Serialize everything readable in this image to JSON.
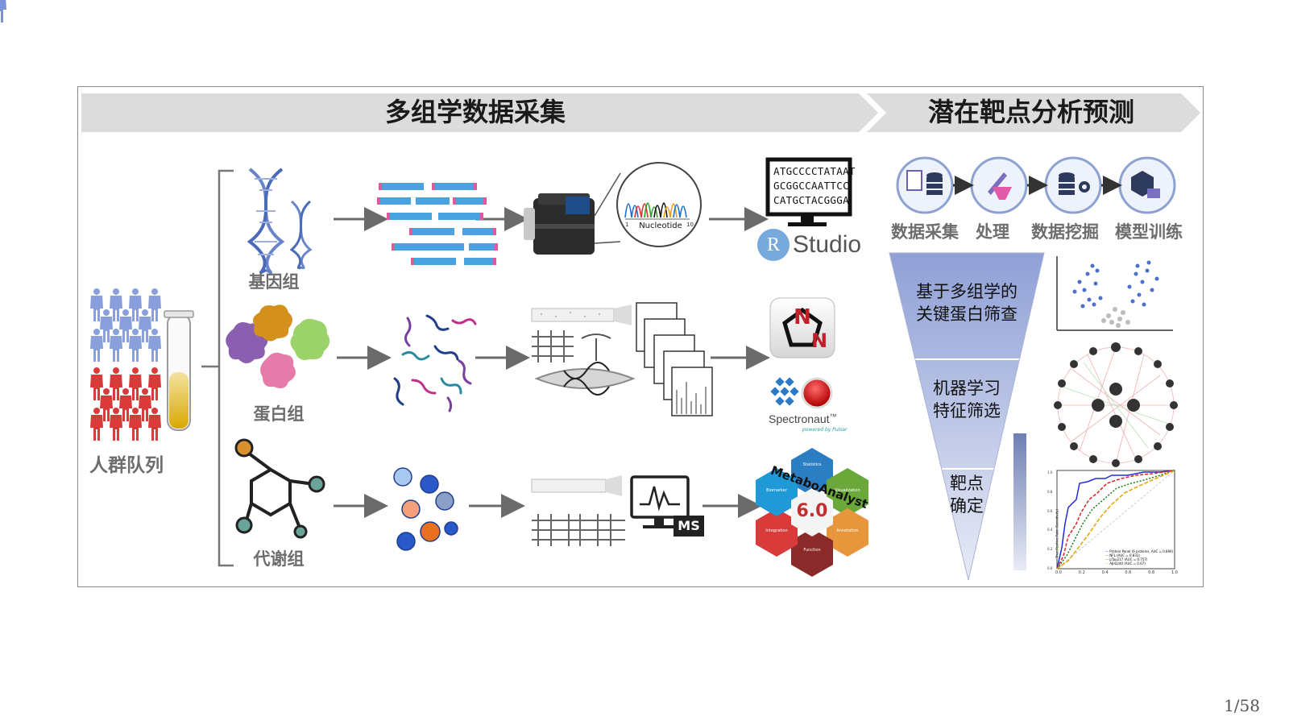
{
  "banner": {
    "left_title": "多组学数据采集",
    "right_title": "潜在靶点分析预测"
  },
  "cohort": {
    "label": "人群队列"
  },
  "omics": [
    {
      "id": "genome",
      "label": "基因组"
    },
    {
      "id": "proteome",
      "label": "蛋白组"
    },
    {
      "id": "metabolome",
      "label": "代谢组"
    }
  ],
  "sequencing": {
    "chromatogram_label": "Nucleotide",
    "axis_start": "1",
    "axis_end": "10",
    "sequences": [
      "ATGCCCCTATAAT",
      "GCGGCCAATTCC",
      "CATGCTACGGGA"
    ]
  },
  "tools": {
    "rstudio_r": "R",
    "rstudio_text": "Studio",
    "nmr_symbol": "N",
    "spectronaut_text": "Spectronaut",
    "spectronaut_tm": "™",
    "spectronaut_sub": "powered by Pulsar",
    "ms_label": "MS",
    "metaboanalyst_title": "MetaboAnalyst",
    "metaboanalyst_version": "6.0",
    "metaboanalyst_segments": [
      "Statistics",
      "Visualization",
      "Annotation",
      "Function",
      "Integration",
      "Biomarker"
    ]
  },
  "pipeline": {
    "steps": [
      "数据采集",
      "处理",
      "数据挖掘",
      "模型训练"
    ]
  },
  "funnel": {
    "levels": [
      {
        "line1": "基于多组学的",
        "line2": "关键蛋白筛查"
      },
      {
        "line1": "机器学习",
        "line2": "特征筛选"
      },
      {
        "line1": "靶点",
        "line2": "确定"
      }
    ]
  },
  "roc": {
    "ylabel": "True Positive Rate (Sensitivity)",
    "ticks": [
      "0.0",
      "0.2",
      "0.4",
      "0.6",
      "0.8",
      "1.0"
    ],
    "legend": [
      {
        "label": "Protein Panel (6 proteins, AUC = 0.894)",
        "color": "#1f2bd6"
      },
      {
        "label": "NFL (AUC = 0.831)",
        "color": "#e02020"
      },
      {
        "label": "pTau217 (AUC = 0.757)",
        "color": "#1a7a1a"
      },
      {
        "label": "Aβ42/40 (AUC = 0.67)",
        "color": "#e8a000"
      }
    ]
  },
  "page": {
    "number": "1/58"
  }
}
